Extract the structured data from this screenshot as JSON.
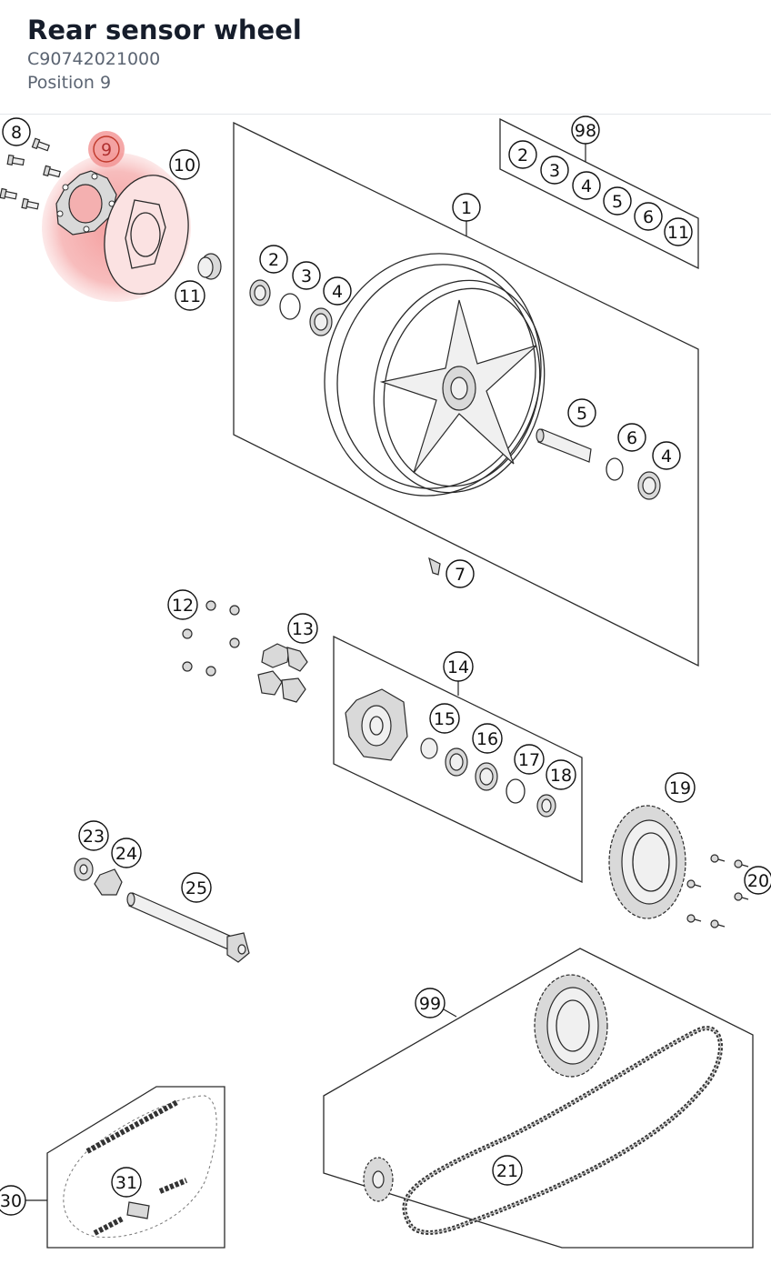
{
  "header": {
    "title": "Rear sensor wheel",
    "part_number": "C90742021000",
    "position": "Position 9"
  },
  "highlight": {
    "callout": "9",
    "color": "#f28b8b"
  },
  "callouts": {
    "c8": "8",
    "c9": "9",
    "c10": "10",
    "c11a": "11",
    "c98": "98",
    "c98_2": "2",
    "c98_3": "3",
    "c98_4": "4",
    "c98_5": "5",
    "c98_6": "6",
    "c98_11": "11",
    "c1": "1",
    "c2": "2",
    "c3": "3",
    "c4a": "4",
    "c5": "5",
    "c6": "6",
    "c4b": "4",
    "c7": "7",
    "c12": "12",
    "c13": "13",
    "c14": "14",
    "c15": "15",
    "c16": "16",
    "c17": "17",
    "c18": "18",
    "c19": "19",
    "c20": "20",
    "c23": "23",
    "c24": "24",
    "c25": "25",
    "c99": "99",
    "c21": "21",
    "c30": "30",
    "c31": "31"
  }
}
